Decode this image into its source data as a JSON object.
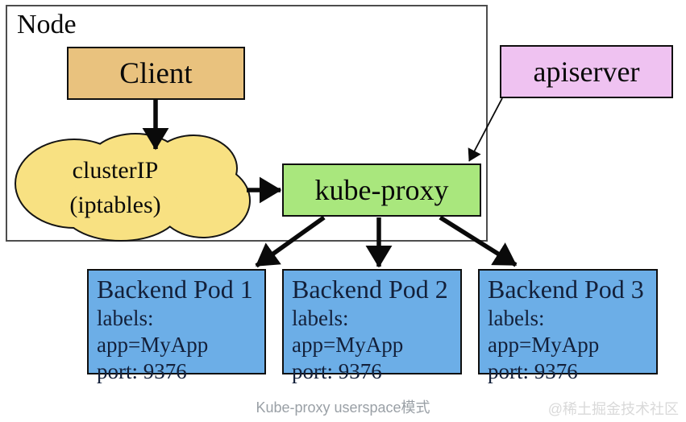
{
  "diagram": {
    "node": {
      "label": "Node"
    },
    "client": {
      "label": "Client"
    },
    "cluster_ip": {
      "line1": "clusterIP",
      "line2": "(iptables)"
    },
    "kube_proxy": {
      "label": "kube-proxy"
    },
    "apiserver": {
      "label": "apiserver"
    },
    "pods": [
      {
        "title": "Backend Pod 1",
        "labels": "labels: app=MyApp",
        "port": "port: 9376"
      },
      {
        "title": "Backend Pod 2",
        "labels": "labels: app=MyApp",
        "port": "port: 9376"
      },
      {
        "title": "Backend Pod 3",
        "labels": "labels: app=MyApp",
        "port": "port: 9376"
      }
    ],
    "colors": {
      "client": "#e9c27e",
      "cloud": "#f8e182",
      "kube_proxy": "#a9e77d",
      "apiserver": "#efc2f1",
      "pod": "#6caee7"
    }
  },
  "footer": {
    "caption": "Kube-proxy userspace模式",
    "watermark": "@稀土掘金技术社区"
  }
}
